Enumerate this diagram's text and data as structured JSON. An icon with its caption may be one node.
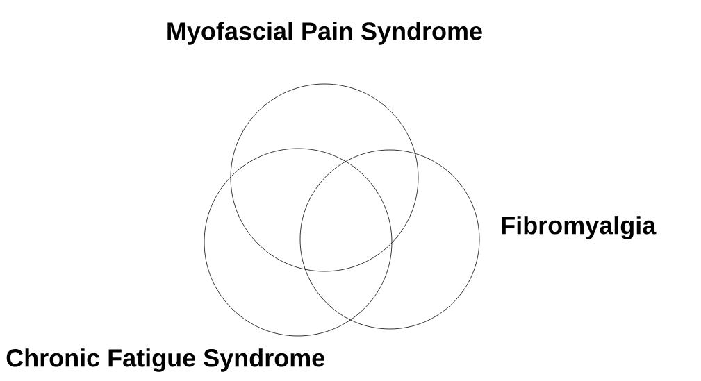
{
  "diagram": {
    "nodes": [
      {
        "text": [
          "Myofascial Pain Syndrome"
        ]
      },
      {
        "text": [
          "Fibromyalgia"
        ]
      },
      {
        "text": [
          "Chronic Fatigue Syndrome"
        ]
      }
    ]
  }
}
